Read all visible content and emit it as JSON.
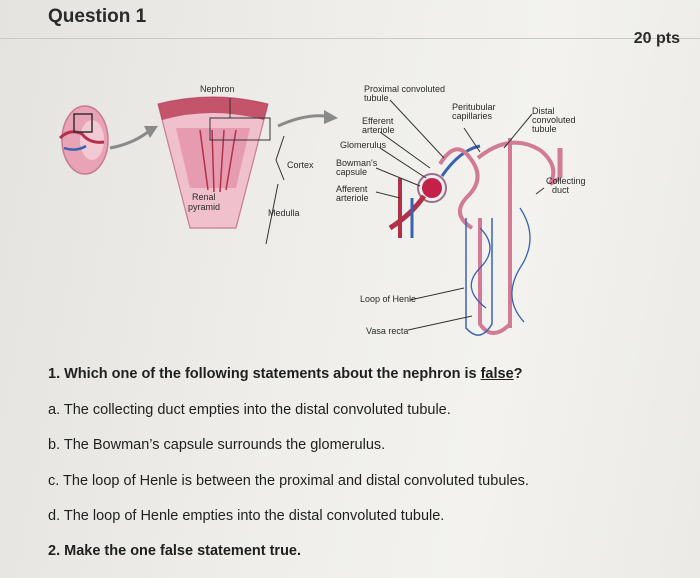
{
  "header": {
    "title": "Question 1",
    "points": "20 pts"
  },
  "figure": {
    "labels": {
      "nephron": "Nephron",
      "proximal": "Proximal convoluted tubule",
      "peritubular": "Peritubular capillaries",
      "distal": "Distal convoluted tubule",
      "efferent": "Efferent arteriole",
      "glomerulus": "Glomerulus",
      "bowmans": "Bowman's capsule",
      "afferent": "Afferent arteriole",
      "collecting": "Collecting duct",
      "cortex": "Cortex",
      "medulla": "Medulla",
      "renal_pyramid": "Renal pyramid",
      "loop_of_henle": "Loop of Henle",
      "vasa_recta": "Vasa recta"
    }
  },
  "question": {
    "q1_prefix": "1. Which one of the following statements about the nephron is ",
    "q1_emphasis": "false",
    "q1_suffix": "?",
    "options": [
      "a. The collecting duct empties into the distal convoluted tubule.",
      "b. The Bowman’s capsule surrounds the glomerulus.",
      "c. The loop of Henle is between the proximal and distal convoluted tubules.",
      "d. The loop of Henle empties into the distal convoluted tubule."
    ],
    "q2": "2. Make the one false statement true."
  }
}
